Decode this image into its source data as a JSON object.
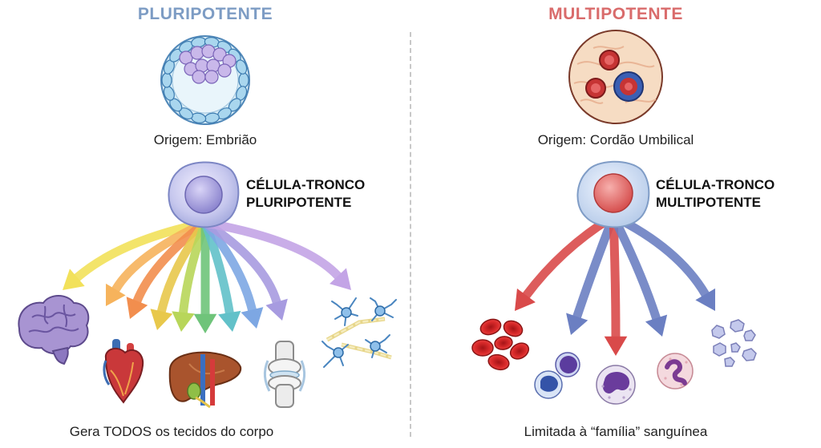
{
  "left": {
    "title": "PLURIPOTENTE",
    "title_color": "#7d9cc4",
    "origin": "Origem: Embrião",
    "cell_label_line1": "CÉLULA-TRONCO",
    "cell_label_line2": "PLURIPOTENTE",
    "footer": "Gera TODOS os tecidos do corpo",
    "arrow_colors": [
      "#f2e15a",
      "#f6b35c",
      "#f28e4e",
      "#e8c84b",
      "#b8d65a",
      "#6fc47a",
      "#62c1c9",
      "#7da7e3",
      "#a79be0",
      "#c3a4e6"
    ],
    "outputs": [
      "brain-icon",
      "heart-icon",
      "liver-icon",
      "knee-joint-icon",
      "neurons-icon"
    ]
  },
  "right": {
    "title": "MULTIPOTENTE",
    "title_color": "#d96b6b",
    "origin": "Origem: Cordão Umbilical",
    "cell_label_line1": "CÉLULA-TRONCO",
    "cell_label_line2": "MULTIPOTENTE",
    "footer": "Limitada à “família” sanguínea",
    "arrow_colors": [
      "#d94a4a",
      "#6b7fc2",
      "#d94a4a",
      "#6b7fc2",
      "#6b7fc2"
    ],
    "outputs": [
      "red-blood-cells-icon",
      "lymphocyte-icon",
      "monocyte-icon",
      "neutrophil-icon",
      "platelets-icon"
    ]
  }
}
